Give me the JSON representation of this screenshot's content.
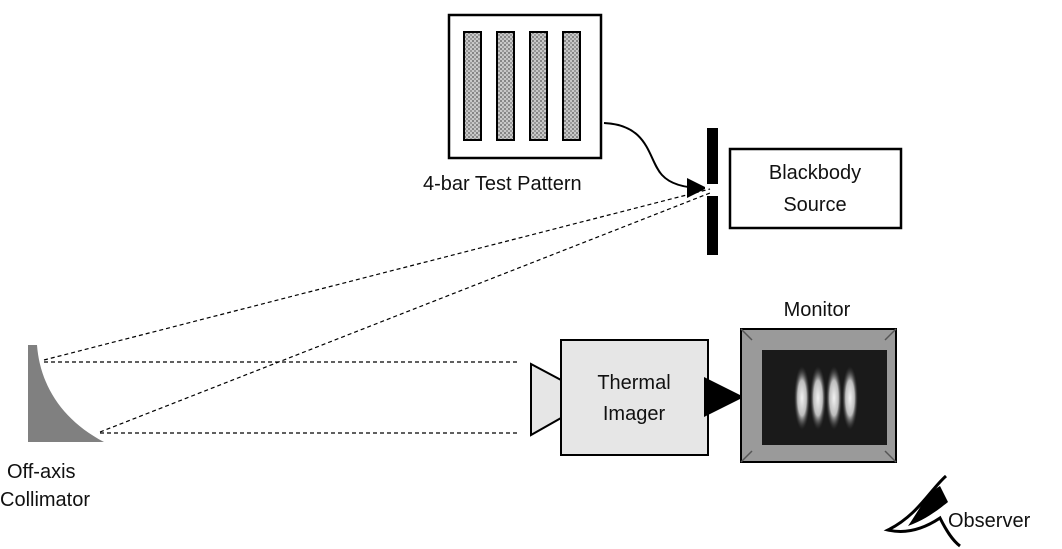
{
  "labels": {
    "test_pattern": "4-bar Test Pattern",
    "blackbody_line1": "Blackbody",
    "blackbody_line2": "Source",
    "monitor": "Monitor",
    "thermal_line1": "Thermal",
    "thermal_line2": "Imager",
    "collimator_line1": "Off-axis",
    "collimator_line2": "Collimator",
    "observer": "Observer"
  },
  "colors": {
    "stroke": "#000000",
    "collimator_fill": "#808080",
    "imager_fill": "#e6e6e6",
    "monitor_bezel": "#9a9a9a",
    "screen": "#1a1a1a",
    "bar_fill": "#9e9e9e"
  },
  "icons": {
    "observer": "eye-icon",
    "arrow": "arrow-right-icon"
  },
  "pattern_bar_count": 4
}
